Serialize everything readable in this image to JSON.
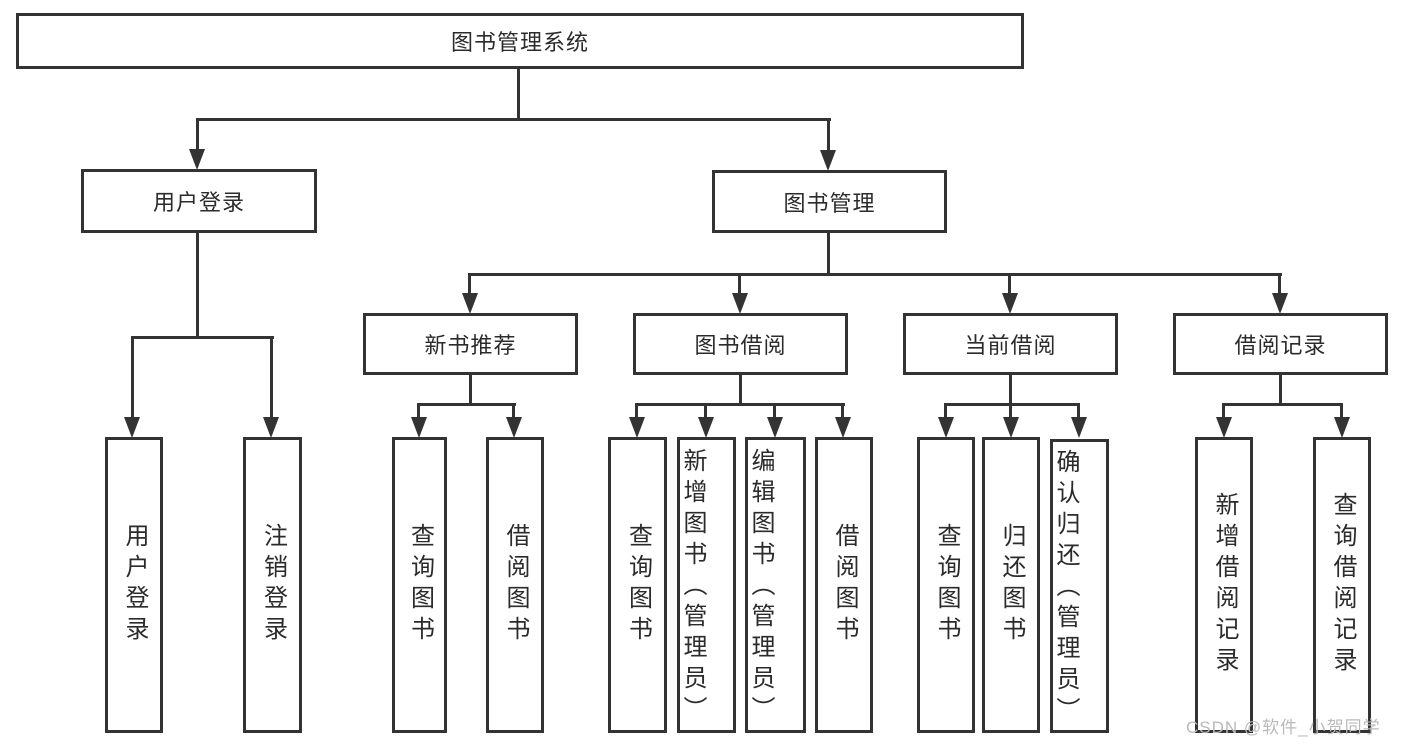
{
  "tree": {
    "root": "图书管理系统",
    "branches": [
      {
        "label": "用户登录",
        "children": [
          "用户登录",
          "注销登录"
        ]
      },
      {
        "label": "图书管理",
        "groups": [
          {
            "label": "新书推荐",
            "children": [
              "查询图书",
              "借阅图书"
            ]
          },
          {
            "label": "图书借阅",
            "children": [
              "查询图书",
              "新增图书（管理员）",
              "编辑图书（管理员）",
              "借阅图书"
            ]
          },
          {
            "label": "当前借阅",
            "children": [
              "查询图书",
              "归还图书",
              "确认归还（管理员）"
            ]
          },
          {
            "label": "借阅记录",
            "children": [
              "新增借阅记录",
              "查询借阅记录"
            ]
          }
        ]
      }
    ]
  },
  "watermark": "CSDN @软件_小贺同学",
  "colors": {
    "line": "#333333",
    "text": "#2b2b2b",
    "watermark": "#bababa",
    "background": "#ffffff"
  }
}
